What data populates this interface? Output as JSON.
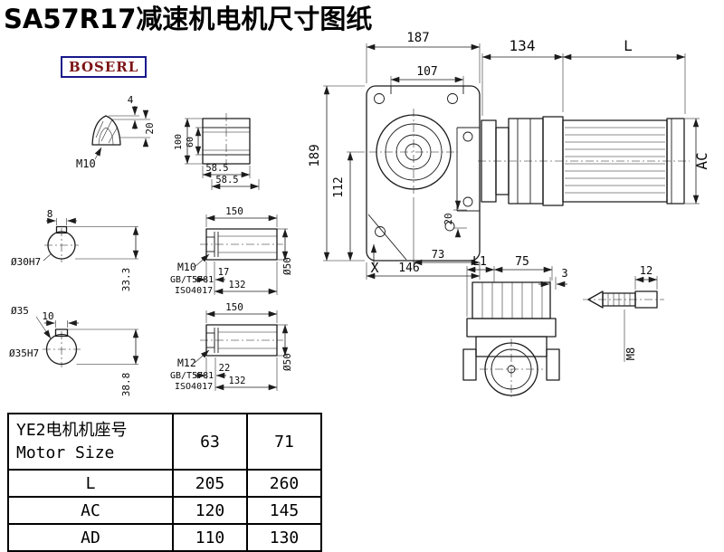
{
  "title": "SA57R17减速机电机尺寸图纸",
  "logo": "BOSERL",
  "labels": {
    "plug": {
      "d4": "4",
      "d20": "20",
      "thread": "M10"
    },
    "mount": {
      "d100": "100",
      "d60": "60",
      "d585a": "58.5",
      "d585b": "58.5"
    },
    "bore30": {
      "d8": "8",
      "bore": "Ø30H7",
      "d333": "33.3"
    },
    "bore35": {
      "d10": "10",
      "od": "Ø35",
      "bore": "Ø35H7",
      "d388": "38.8"
    },
    "shaft_a": {
      "d150": "150",
      "thread": "M10",
      "std1": "GB/T5781",
      "std2": "ISO4017",
      "d17": "17",
      "d132": "132",
      "dia": "Ø50"
    },
    "shaft_b": {
      "d150": "150",
      "thread": "M12",
      "std1": "GB/T5781",
      "std2": "ISO4017",
      "d22": "22",
      "d132": "132",
      "dia": "Ø50"
    },
    "front": {
      "d187": "187",
      "d107": "107",
      "d189": "189",
      "d112": "112",
      "d146": "146",
      "d73": "73",
      "d20": "20",
      "x": "X"
    },
    "motor": {
      "d134": "134",
      "l": "L",
      "ac": "AC"
    },
    "flange": {
      "l1": "L1",
      "d75": "75",
      "d3": "3"
    },
    "bolt": {
      "d12": "12",
      "thread": "M8"
    }
  },
  "table": {
    "header": {
      "line1": "YE2电机机座号",
      "line2": "Motor Size"
    },
    "sizes": [
      "63",
      "71"
    ],
    "rows": [
      {
        "label": "L",
        "values": [
          "205",
          "260"
        ]
      },
      {
        "label": "AC",
        "values": [
          "120",
          "145"
        ]
      },
      {
        "label": "AD",
        "values": [
          "110",
          "130"
        ]
      }
    ]
  }
}
